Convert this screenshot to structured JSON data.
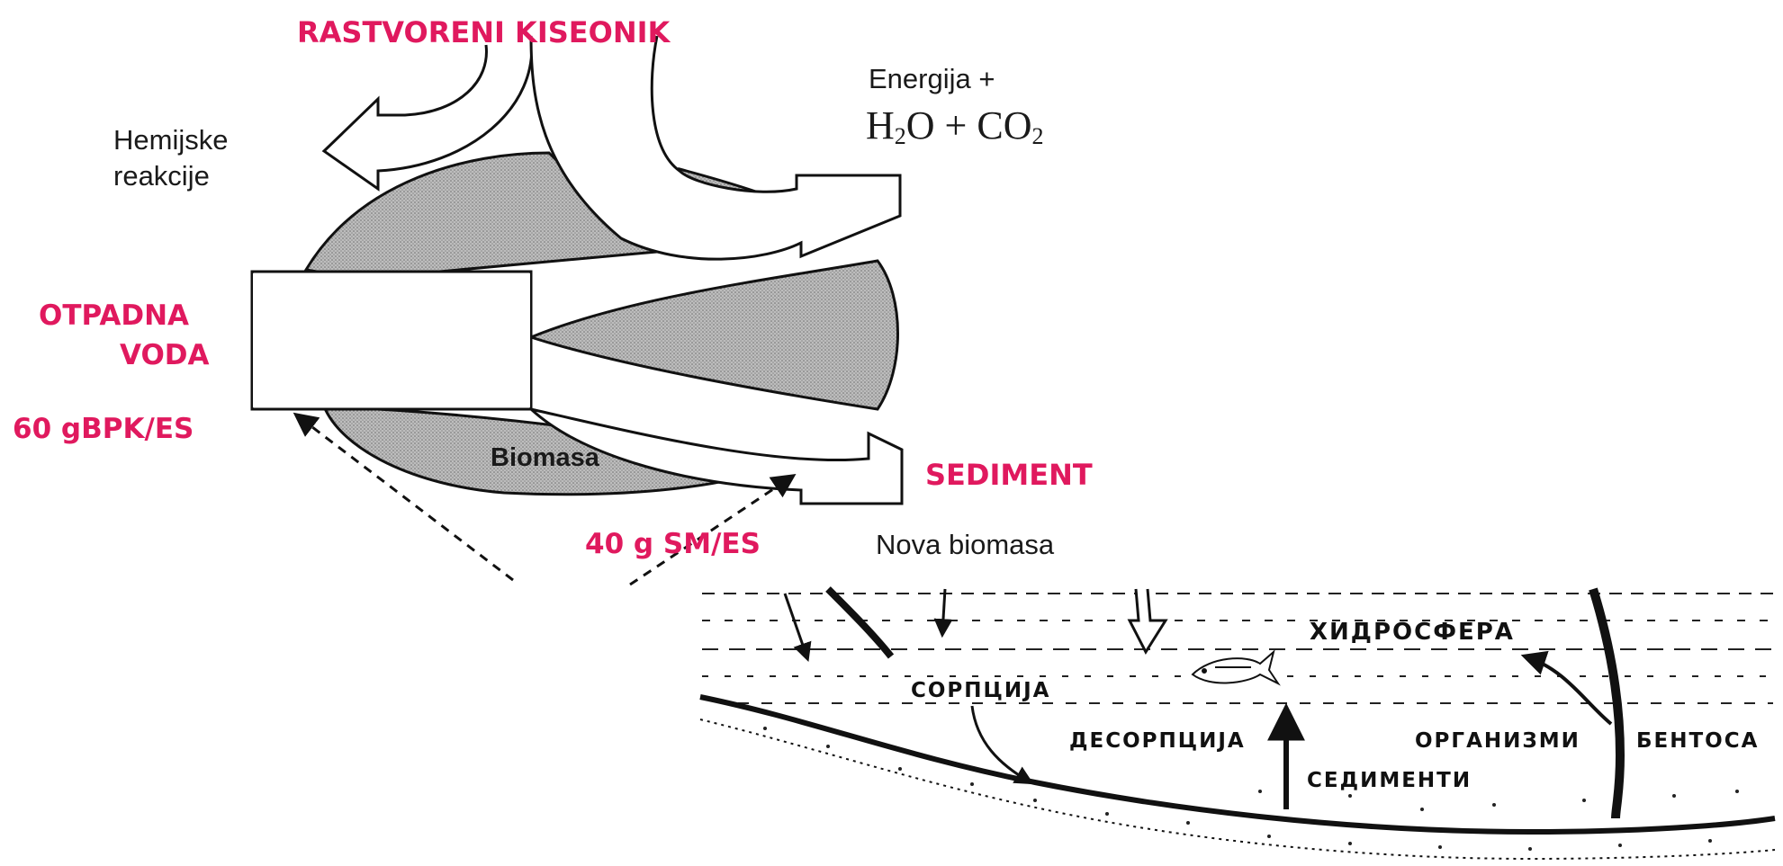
{
  "flow_diagram": {
    "inflow_title": "RASTVORENI KISEONIK",
    "chemical_reactions": [
      "Hemijske",
      "reakcije"
    ],
    "energy_line": "Energija  +",
    "products": {
      "h": "H",
      "h_sub": "2",
      "o_plus": "O + CO",
      "co_sub": "2"
    },
    "wastewater": [
      "OTPADNA",
      "VODA"
    ],
    "bpk_value": "60 gBPK/ES",
    "biomass": "Biomasa",
    "sediment": "SEDIMENT",
    "sm_value": "40 g SM/ES",
    "new_biomass": "Nova biomasa"
  },
  "hydrosphere_diagram": {
    "hydrosphere": "ХИДРОСФЕРА",
    "sorption": "СОРПЦИЈА",
    "desorption": "ДЕСОРПЦИЈА",
    "organisms": "ОРГАНИЗМИ",
    "benthos": "БЕНТОСА",
    "sediments": "СЕДИМЕНТИ"
  },
  "colors": {
    "accent_pink": "#e0195e",
    "lobe_fill": "#b9b9b9",
    "line": "#111111"
  }
}
